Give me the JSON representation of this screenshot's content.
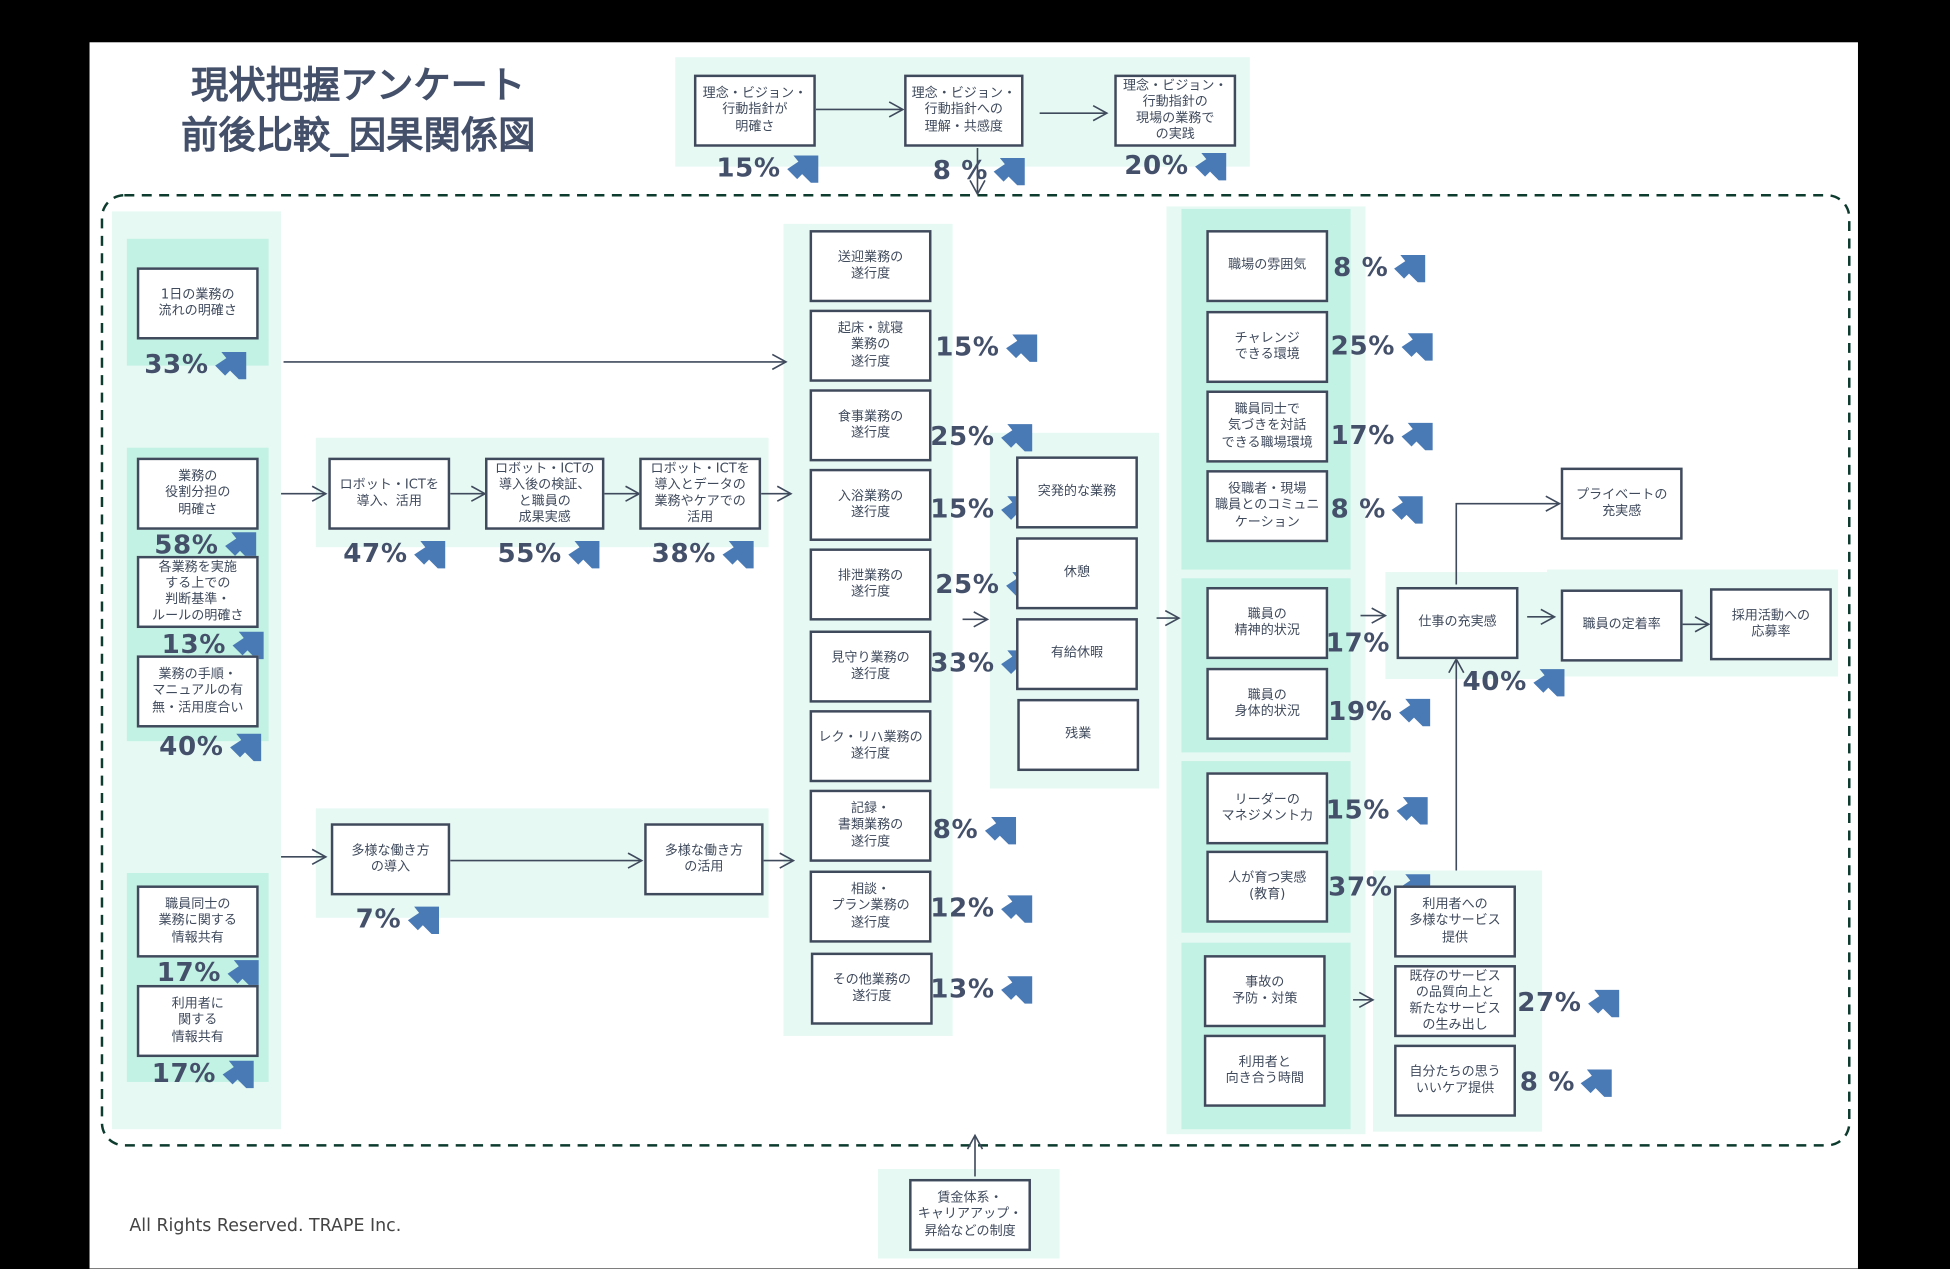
{
  "title": "現状把握アンケート\n前後比較_因果関係図",
  "footer": "All Rights Reserved. TRAPE Inc.",
  "colors": {
    "text": "#44506a",
    "box_border": "#3f4a5c",
    "light_bg": "#e6f9f3",
    "mid_bg": "#c2f2e3",
    "arrow_up": "#4a7ab5",
    "dashed_border": "#0d3b2e"
  },
  "top_chain": [
    {
      "label": "理念・ビジョン・\n行動指針が\n明確さ",
      "change": "15%"
    },
    {
      "label": "理念・ビジョン・\n行動指針への\n理解・共感度",
      "change": "8 %"
    },
    {
      "label": "理念・ビジョン・\n行動指針の\n現場の業務で\nの実践",
      "change": "20%"
    }
  ],
  "left_column": [
    {
      "label": "1日の業務の\n流れの明確さ",
      "change": "33%"
    },
    {
      "label": "業務の\n役割分担の\n明確さ",
      "change": "58%"
    },
    {
      "label": "各業務を実施\nする上での\n判断基準・\nルールの明確さ",
      "change": "13%"
    },
    {
      "label": "業務の手順・\nマニュアルの有\n無・活用度合い",
      "change": "40%"
    },
    {
      "label": "職員同士の\n業務に関する\n情報共有",
      "change": "17%"
    },
    {
      "label": "利用者に\n関する\n情報共有",
      "change": "17%"
    }
  ],
  "robot_chain": [
    {
      "label": "ロボット・ICTを\n導入、活用",
      "change": "47%"
    },
    {
      "label": "ロボット・ICTの\n導入後の検証、\nと職員の\n成果実感",
      "change": "55%"
    },
    {
      "label": "ロボット・ICTを\n導入とデータの\n業務やケアでの\n活用",
      "change": "38%"
    }
  ],
  "workstyle_chain": [
    {
      "label": "多様な働き方\nの導入",
      "change": "7%"
    },
    {
      "label": "多様な働き方\nの活用",
      "change": ""
    }
  ],
  "tasks": [
    {
      "label": "送迎業務の\n遂行度",
      "change": ""
    },
    {
      "label": "起床・就寝\n業務の\n遂行度",
      "change": "15%"
    },
    {
      "label": "食事業務の\n遂行度",
      "change": "25%"
    },
    {
      "label": "入浴業務の\n遂行度",
      "change": "15%"
    },
    {
      "label": "排泄業務の\n遂行度",
      "change": "25%"
    },
    {
      "label": "見守り業務の\n遂行度",
      "change": "33%"
    },
    {
      "label": "レク・リハ業務の\n遂行度",
      "change": ""
    },
    {
      "label": "記録・\n書類業務の\n遂行度",
      "change": "8%"
    },
    {
      "label": "相談・\nプラン業務の\n遂行度",
      "change": "12%"
    },
    {
      "label": "その他業務の\n遂行度",
      "change": "13%"
    }
  ],
  "time_factors": [
    {
      "label": "突発的な業務"
    },
    {
      "label": "休憩"
    },
    {
      "label": "有給休暇"
    },
    {
      "label": "残業"
    }
  ],
  "environment": [
    {
      "label": "職場の雰囲気",
      "change": "8 %"
    },
    {
      "label": "チャレンジ\nできる環境",
      "change": "25%"
    },
    {
      "label": "職員同士で\n気づきを対話\nできる職場環境",
      "change": "17%"
    },
    {
      "label": "役職者・現場\n職員とのコミュニ\nケーション",
      "change": "8 %"
    }
  ],
  "staff_condition": [
    {
      "label": "職員の\n精神的状況",
      "change": "17%"
    },
    {
      "label": "職員の\n身体的状況",
      "change": "19%"
    }
  ],
  "growth": [
    {
      "label": "リーダーの\nマネジメント力",
      "change": "15%"
    },
    {
      "label": "人が育つ実感\n(教育)",
      "change": "37%"
    }
  ],
  "care_time": [
    {
      "label": "事故の\n予防・対策"
    },
    {
      "label": "利用者と\n向き合う時間"
    }
  ],
  "services": [
    {
      "label": "利用者への\n多様なサービス\n提供",
      "change": ""
    },
    {
      "label": "既存のサービス\nの品質向上と\n新たなサービス\nの生み出し",
      "change": "27%"
    },
    {
      "label": "自分たちの思う\nいいケア提供",
      "change": "8 %"
    }
  ],
  "outcomes": {
    "job_fulfillment": {
      "label": "仕事の充実感",
      "change": "40%"
    },
    "private_fulfillment": {
      "label": "プライベートの\n充実感"
    },
    "retention": {
      "label": "職員の定着率"
    },
    "recruitment": {
      "label": "採用活動への\n応募率"
    }
  },
  "wage_system": {
    "label": "賃金体系・\nキャリアアップ・\n昇給などの制度"
  }
}
